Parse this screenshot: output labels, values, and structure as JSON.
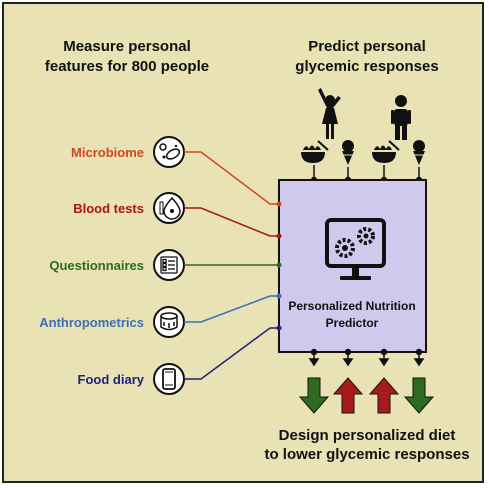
{
  "headings": {
    "left_line1": "Measure personal",
    "left_line2": "features for 800 people",
    "right_line1": "Predict personal",
    "right_line2": "glycemic responses",
    "bottom_line1": "Design personalized diet",
    "bottom_line2": "to lower glycemic responses"
  },
  "features": [
    {
      "label": "Microbiome",
      "color": "#d2471f",
      "icon": "bacteria-icon"
    },
    {
      "label": "Blood tests",
      "color": "#a8141c",
      "icon": "blood-drop-icon"
    },
    {
      "label": "Questionnaires",
      "color": "#2f6b1e",
      "icon": "checklist-icon"
    },
    {
      "label": "Anthropometrics",
      "color": "#3d6fb8",
      "icon": "tape-measure-icon"
    },
    {
      "label": "Food diary",
      "color": "#1f1f7a",
      "icon": "smartphone-icon"
    }
  ],
  "predictor": {
    "line1": "Personalized Nutrition",
    "line2": "Predictor",
    "fill": "#cfc9ee",
    "icon": "computer-gears-icon"
  },
  "outputs": [
    {
      "direction": "down",
      "color": "#2e6b21"
    },
    {
      "direction": "up",
      "color": "#a71b1b"
    },
    {
      "direction": "up",
      "color": "#a71b1b"
    },
    {
      "direction": "down",
      "color": "#2e6b21"
    }
  ],
  "people": [
    "woman-icon",
    "man-icon"
  ],
  "foods": [
    "salad-bowl-icon",
    "ice-cream-icon",
    "salad-bowl-icon",
    "ice-cream-icon"
  ],
  "colors": {
    "background": "#e9e2b4",
    "ink": "#222222"
  }
}
